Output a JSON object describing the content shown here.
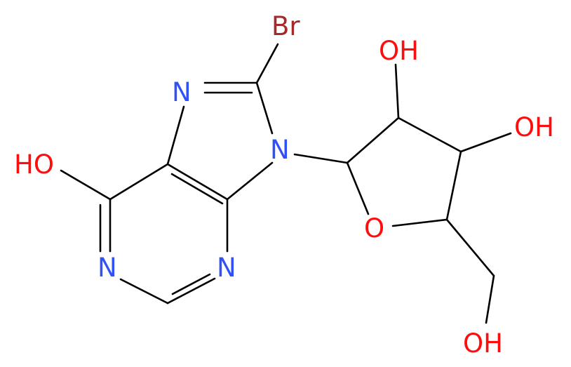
{
  "atoms": {
    "br": {
      "text": "Br",
      "color": "#a62929"
    },
    "n7": {
      "text": "N",
      "color": "#3050f8"
    },
    "n9": {
      "text": "N",
      "color": "#3050f8"
    },
    "n3": {
      "text": "N",
      "color": "#3050f8"
    },
    "n1": {
      "text": "N",
      "color": "#3050f8"
    },
    "oh6": {
      "text": "HO",
      "color": "#ff0d0d"
    },
    "oh2p": {
      "text": "OH",
      "color": "#ff0d0d"
    },
    "oh3p": {
      "text": "OH",
      "color": "#ff0d0d"
    },
    "o4p": {
      "text": "O",
      "color": "#ff0d0d"
    },
    "oh5p": {
      "text": "OH",
      "color": "#ff0d0d"
    }
  }
}
